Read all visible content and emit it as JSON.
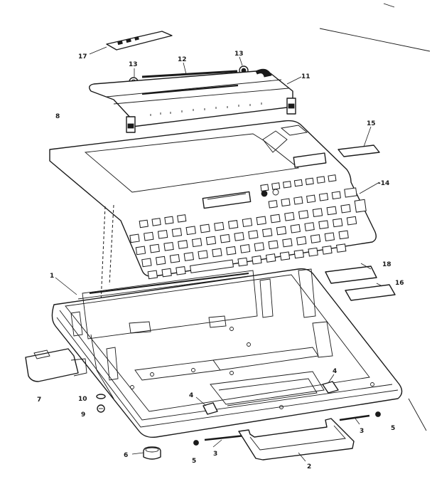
{
  "callouts": [
    {
      "id": "17",
      "label": "17"
    },
    {
      "id": "13a",
      "label": "13"
    },
    {
      "id": "12",
      "label": "12"
    },
    {
      "id": "13b",
      "label": "13"
    },
    {
      "id": "11",
      "label": "11"
    },
    {
      "id": "8top",
      "label": "8"
    },
    {
      "id": "15",
      "label": "15"
    },
    {
      "id": "14",
      "label": "-14"
    },
    {
      "id": "18",
      "label": "18"
    },
    {
      "id": "16",
      "label": "16"
    },
    {
      "id": "1",
      "label": "1"
    },
    {
      "id": "7",
      "label": "7"
    },
    {
      "id": "10",
      "label": "10"
    },
    {
      "id": "9",
      "label": "9"
    },
    {
      "id": "4a",
      "label": "4"
    },
    {
      "id": "4b",
      "label": "4"
    },
    {
      "id": "3a",
      "label": "3"
    },
    {
      "id": "3b",
      "label": "3"
    },
    {
      "id": "5a",
      "label": "5"
    },
    {
      "id": "5b",
      "label": "5"
    },
    {
      "id": "2",
      "label": "2"
    },
    {
      "id": "6",
      "label": "6"
    }
  ]
}
